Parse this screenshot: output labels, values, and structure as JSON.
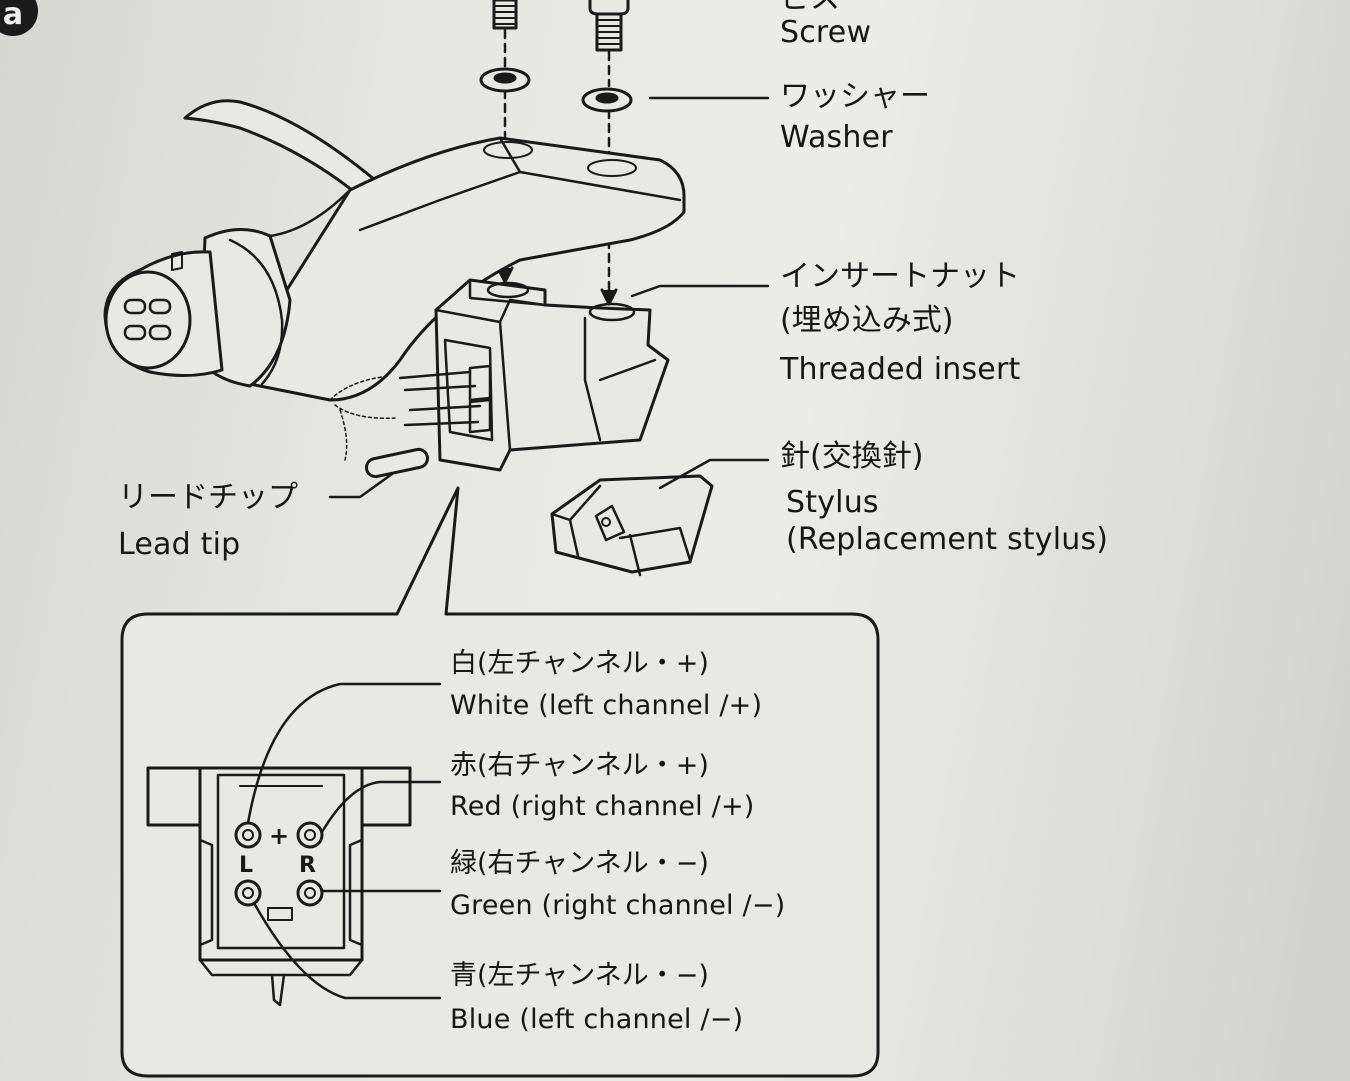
{
  "section_badge": "a",
  "labels": {
    "screw": {
      "ja": "ビス",
      "en": "Screw"
    },
    "washer": {
      "ja": "ワッシャー",
      "en": "Washer"
    },
    "threaded_insert": {
      "ja": "インサートナット",
      "ja2": "(埋め込み式)",
      "en": "Threaded insert"
    },
    "stylus": {
      "ja": "針(交換針)",
      "en": "Stylus",
      "en2": "(Replacement stylus)"
    },
    "lead_tip": {
      "ja": "リードチップ",
      "en": "Lead tip"
    }
  },
  "pins": [
    {
      "ja": "白(左チャンネル・+)",
      "en": "White (left channel /+)"
    },
    {
      "ja": "赤(右チャンネル・+)",
      "en": "Red (right channel /+)"
    },
    {
      "ja": "緑(右チャンネル・−)",
      "en": "Green (right channel /−)"
    },
    {
      "ja": "青(左チャンネル・−)",
      "en": "Blue (left channel /−)"
    }
  ],
  "pin_marks": {
    "plus": "+",
    "left": "L",
    "right": "R"
  },
  "colors": {
    "ink": "#1a1a1a",
    "paper": "#e6e6e2",
    "badge": "#1b1b1b"
  }
}
